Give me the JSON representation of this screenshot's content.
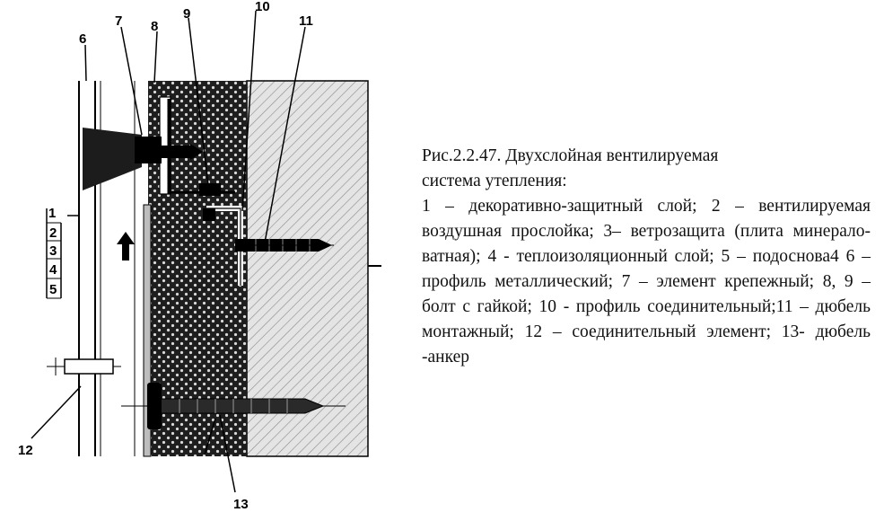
{
  "caption": {
    "title_line1": "Рис.2.2.47. Двухслойная вентилируемая",
    "title_line2": "система утепления:",
    "legend": "1 – декоративно-защитный слой; 2 – вентилируемая воздушная прослойка; 3– ветрозащита (плита минерало-ватная); 4 - теплоизоляционный слой; 5 – подоснова4 6 – профиль металлический; 7 – элемент крепежный; 8, 9 – болт с гайкой; 10 - профиль соединительный;11 – дюбель монтажный; 12 – соединительный элемент; 13- дюбель -анкер"
  },
  "labels": {
    "l1": "1",
    "l2": "2",
    "l3": "3",
    "l4": "4",
    "l5": "5",
    "l6": "6",
    "l7": "7",
    "l8": "8",
    "l9": "9",
    "l10": "10",
    "l11": "11",
    "l12": "12",
    "l13": "13"
  }
}
